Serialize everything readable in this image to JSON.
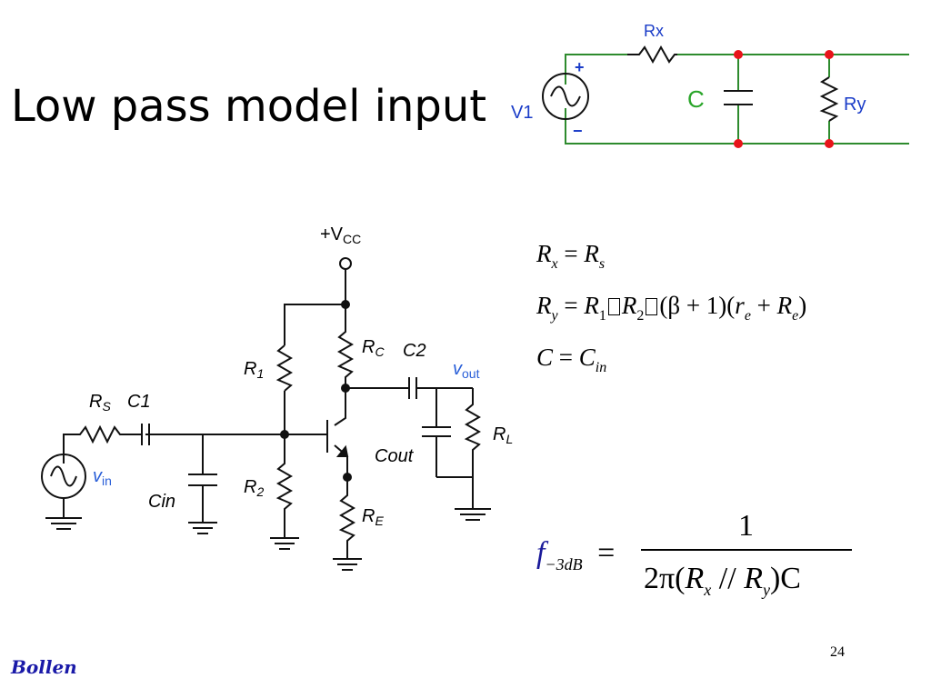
{
  "slide": {
    "title": "Low pass model input",
    "author": "Bollen",
    "page_number": "24"
  },
  "model_circuit": {
    "source_label": "V1",
    "plus": "+",
    "minus": "−",
    "series_resistor": "Rx",
    "capacitor": "C",
    "shunt_resistor": "Ry",
    "wire_color": "#2e8b2e",
    "node_color": "#e8141a",
    "label_color": "#1a3cc8",
    "capacitor_label_color": "#2aa52a"
  },
  "amplifier_circuit": {
    "supply": "+V",
    "supply_sub": "CC",
    "r1": "R",
    "r1_sub": "1",
    "r2": "R",
    "r2_sub": "2",
    "rc": "R",
    "rc_sub": "C",
    "re": "R",
    "re_sub": "E",
    "rs": "R",
    "rs_sub": "S",
    "rl": "R",
    "rl_sub": "L",
    "c1": "C1",
    "c2": "C2",
    "cin": "Cin",
    "cout": "Cout",
    "vin": "v",
    "vin_sub": "in",
    "vout": "v",
    "vout_sub": "out",
    "signal_color": "#2a5fd8"
  },
  "equations": {
    "eq1": {
      "lhs": "R",
      "lhs_sub": "x",
      "op": "=",
      "rhs": "R",
      "rhs_sub": "s"
    },
    "eq2": {
      "lhs": "R",
      "lhs_sub": "y",
      "op": "=",
      "r1": "R",
      "r1_sub": "1",
      "sep1": "",
      "r2": "R",
      "r2_sub": "2",
      "sep2": "",
      "tail": "(β + 1)(",
      "re": "r",
      "re_sub": "e",
      "plus": "+",
      "Re": "R",
      "Re_sub": "e",
      "close": ")"
    },
    "eq3": {
      "lhs": "C",
      "op": "=",
      "rhs": "C",
      "rhs_sub": "in"
    },
    "cutoff": {
      "f": "f",
      "f_sub": "−3dB",
      "op": "=",
      "numerator": "1",
      "den_pre": "2π(",
      "rx": "R",
      "rx_sub": "x",
      "par": "//",
      "ry": "R",
      "ry_sub": "y",
      "den_post": ")C"
    }
  }
}
